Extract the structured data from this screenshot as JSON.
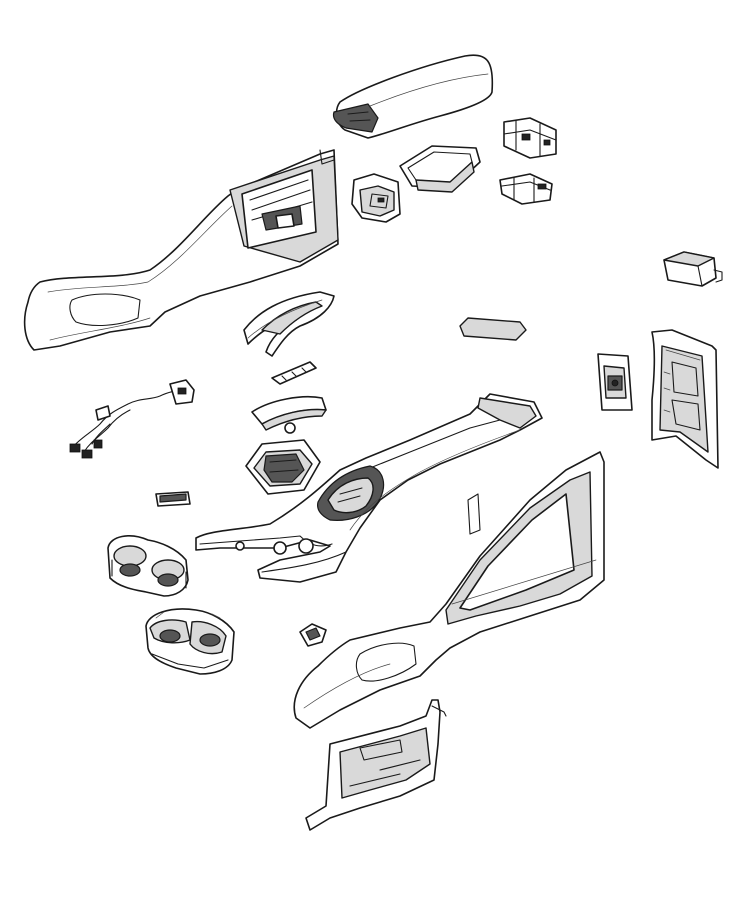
{
  "diagram": {
    "type": "exploded-parts-illustration",
    "background": "#ffffff",
    "line_color": "#1a1a1a",
    "parts": [
      {
        "id": "armrest-lid",
        "icon": "armrest-lid-icon"
      },
      {
        "id": "bin-bracket-upper",
        "icon": "bracket-icon"
      },
      {
        "id": "storage-tray",
        "icon": "tray-icon"
      },
      {
        "id": "bin-bracket-lower",
        "icon": "bracket-icon"
      },
      {
        "id": "console-side-panel-left",
        "icon": "side-panel-icon"
      },
      {
        "id": "storage-bin-insert",
        "icon": "bin-icon"
      },
      {
        "id": "electronic-module",
        "icon": "module-icon"
      },
      {
        "id": "shifter-bezel-trim",
        "icon": "bezel-icon"
      },
      {
        "id": "mat-pad",
        "icon": "pad-icon"
      },
      {
        "id": "switch-strip",
        "icon": "switch-icon"
      },
      {
        "id": "wiring-harness",
        "icon": "harness-icon"
      },
      {
        "id": "trim-cover",
        "icon": "cover-icon"
      },
      {
        "id": "charging-pad",
        "icon": "charging-pad-icon"
      },
      {
        "id": "rear-console-bezel",
        "icon": "rear-bezel-icon"
      },
      {
        "id": "switch-bezel",
        "icon": "switch-bezel-icon"
      },
      {
        "id": "console-base",
        "icon": "console-base-icon"
      },
      {
        "id": "small-bezel",
        "icon": "bezel-icon"
      },
      {
        "id": "cupholder-insert",
        "icon": "cupholder-icon"
      },
      {
        "id": "console-side-panel-right",
        "icon": "side-panel-icon"
      },
      {
        "id": "cupholder-housing",
        "icon": "cupholder-icon"
      },
      {
        "id": "push-fastener",
        "icon": "fastener-icon"
      },
      {
        "id": "lower-bracket",
        "icon": "bracket-icon"
      }
    ]
  }
}
